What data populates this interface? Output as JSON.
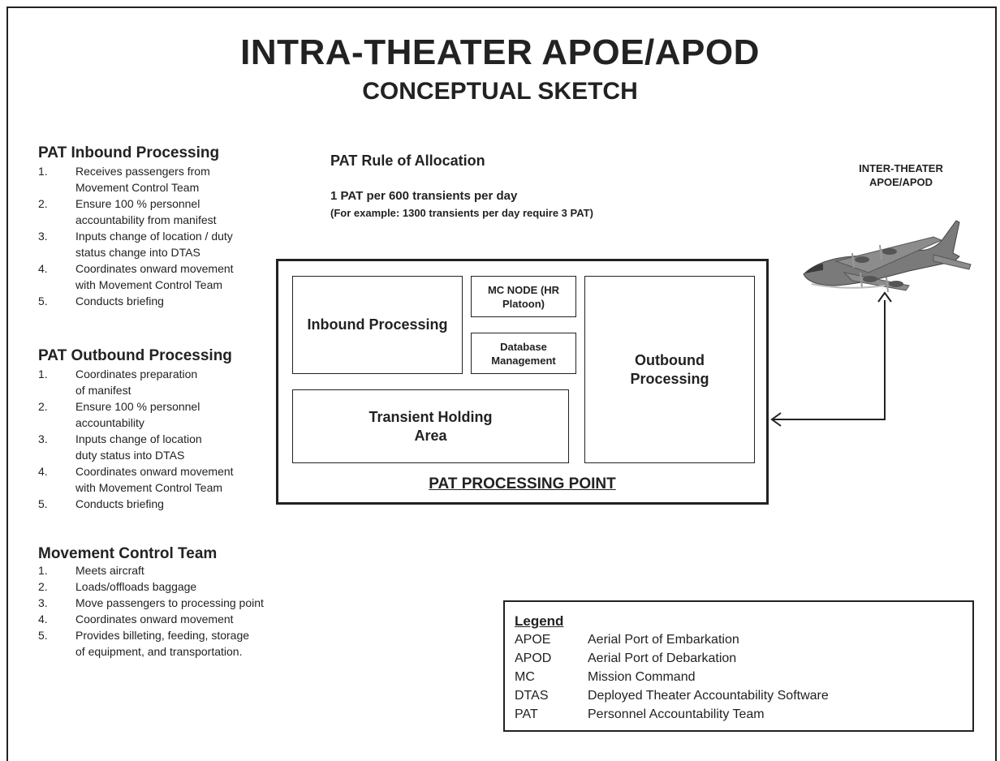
{
  "title": "INTRA-THEATER APOE/APOD",
  "subtitle": "CONCEPTUAL SKETCH",
  "inbound": {
    "heading": "PAT Inbound Processing",
    "items": [
      {
        "num": "1.",
        "line1": "Receives passengers from",
        "line2": "Movement Control Team"
      },
      {
        "num": "2.",
        "line1": "Ensure 100 % personnel",
        "line2": "accountability from manifest"
      },
      {
        "num": "3.",
        "line1": "Inputs change of location / duty",
        "line2": "status change into DTAS"
      },
      {
        "num": "4.",
        "line1": "Coordinates onward movement",
        "line2": "with Movement Control Team"
      },
      {
        "num": "5.",
        "line1": "Conducts briefing",
        "line2": ""
      }
    ]
  },
  "outbound": {
    "heading": "PAT Outbound Processing",
    "items": [
      {
        "num": "1.",
        "line1": "Coordinates preparation",
        "line2": "of manifest"
      },
      {
        "num": "2.",
        "line1": "Ensure 100 % personnel",
        "line2": "accountability"
      },
      {
        "num": "3.",
        "line1": "Inputs change of location",
        "line2": "duty status into DTAS"
      },
      {
        "num": "4.",
        "line1": "Coordinates onward movement",
        "line2": "with Movement Control Team"
      },
      {
        "num": "5.",
        "line1": "Conducts briefing",
        "line2": ""
      }
    ]
  },
  "mct": {
    "heading": "Movement Control Team",
    "items": [
      {
        "num": "1.",
        "line1": "Meets aircraft",
        "line2": ""
      },
      {
        "num": "2.",
        "line1": "Loads/offloads baggage",
        "line2": ""
      },
      {
        "num": "3.",
        "line1": "Move passengers to processing point",
        "line2": ""
      },
      {
        "num": "4.",
        "line1": "Coordinates onward movement",
        "line2": ""
      },
      {
        "num": "5.",
        "line1": "Provides billeting, feeding, storage",
        "line2": "of equipment, and transportation."
      }
    ]
  },
  "rule": {
    "heading": "PAT Rule of Allocation",
    "line1": "1 PAT per 600 transients per day",
    "line2": "(For example: 1300 transients per day require 3 PAT)"
  },
  "diagram": {
    "inbound_label": "Inbound Processing",
    "mc_node_label": "MC NODE (HR Platoon)",
    "db_label": "Database Management",
    "outbound_label": "Outbound Processing",
    "holding_label": "Transient Holding Area",
    "main_label": "PAT PROCESSING POINT"
  },
  "inter_theater": "INTER-THEATER APOE/APOD",
  "legend": {
    "heading": "Legend",
    "entries": [
      {
        "abbr": "APOE",
        "desc": "Aerial Port of Embarkation"
      },
      {
        "abbr": "APOD",
        "desc": "Aerial Port of Debarkation"
      },
      {
        "abbr": "MC",
        "desc": "Mission Command"
      },
      {
        "abbr": "DTAS",
        "desc": "Deployed Theater Accountability Software"
      },
      {
        "abbr": "PAT",
        "desc": "Personnel Accountability Team"
      }
    ]
  },
  "icons": {
    "aircraft": "cargo-aircraft-icon",
    "arrow_left": "arrow-left-icon",
    "arrow_up": "arrow-up-icon"
  }
}
